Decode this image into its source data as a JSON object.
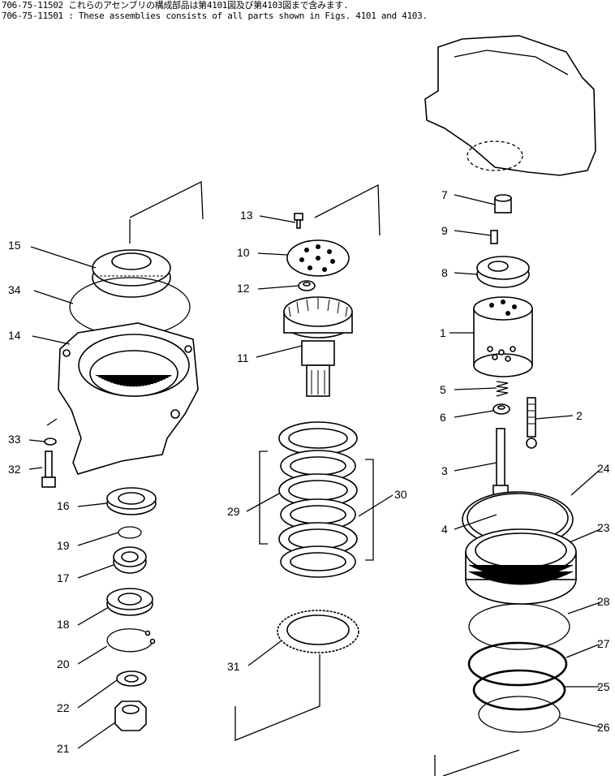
{
  "header": {
    "line1": "706-75-11502 これらのアセンブリの構成部品は第4101図及び第4103図まで含みます.",
    "line2": "706-75-11501 : These assemblies consists of all parts shown in Figs. 4101 and 4103."
  },
  "callouts": {
    "c1": "1",
    "c2": "2",
    "c3": "3",
    "c4": "4",
    "c5": "5",
    "c6": "6",
    "c7": "7",
    "c8": "8",
    "c9": "9",
    "c10": "10",
    "c11": "11",
    "c12": "12",
    "c13": "13",
    "c14": "14",
    "c15": "15",
    "c16": "16",
    "c17": "17",
    "c18": "18",
    "c19": "19",
    "c20": "20",
    "c21": "21",
    "c22": "22",
    "c23": "23",
    "c24": "24",
    "c25": "25",
    "c26": "26",
    "c27": "27",
    "c28": "28",
    "c29": "29",
    "c30": "30",
    "c31": "31",
    "c32": "32",
    "c33": "33",
    "c34": "34"
  }
}
